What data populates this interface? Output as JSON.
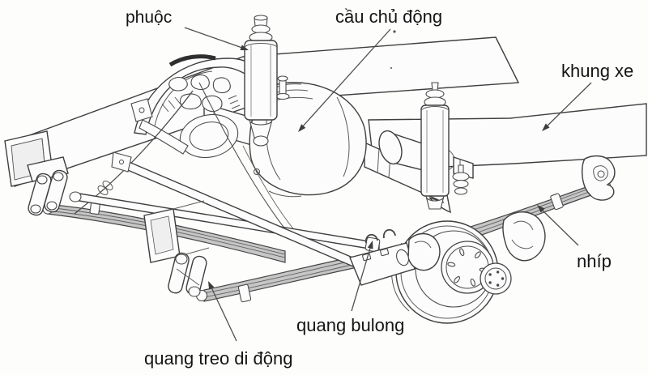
{
  "diagram": {
    "type": "technical-illustration",
    "subject": "rear-axle-leaf-spring-suspension",
    "colors": {
      "background": "#fdfdfc",
      "line": "#3f3f3f",
      "text": "#151515",
      "spring_shading": "#c6c6c6"
    },
    "labels": [
      {
        "id": "phuoc",
        "text": "phuộc"
      },
      {
        "id": "cau-chu-dong",
        "text": "cầu chủ động"
      },
      {
        "id": "khung-xe",
        "text": "khung xe"
      },
      {
        "id": "nhip",
        "text": "nhíp"
      },
      {
        "id": "quang-bulong",
        "text": "quang bulong"
      },
      {
        "id": "quang-treo-di-dong",
        "text": "quang treo di động"
      }
    ]
  }
}
